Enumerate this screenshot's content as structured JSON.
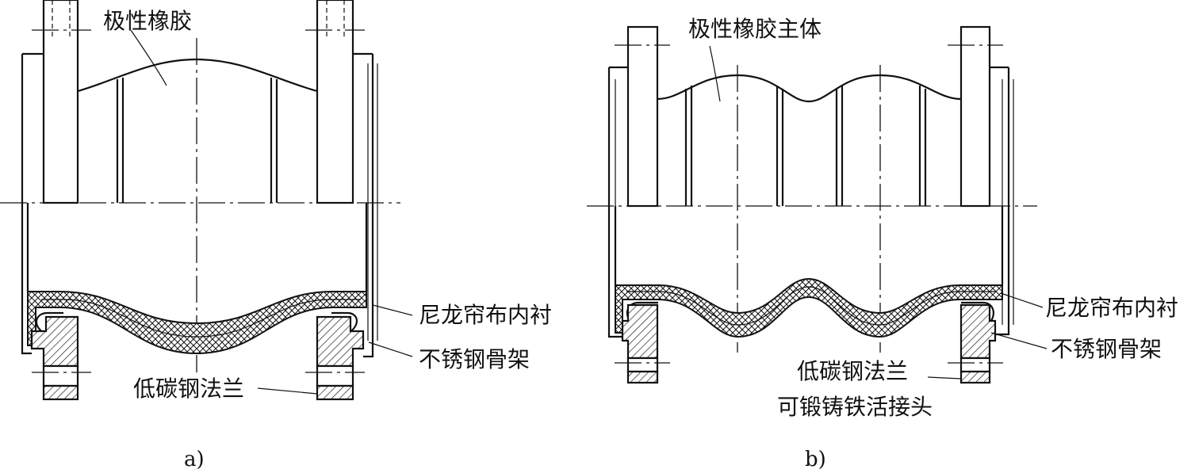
{
  "figure_a": {
    "label_top": "极性橡胶",
    "label_lining": "尼龙帘布内衬",
    "label_skeleton": "不锈钢骨架",
    "label_flange": "低碳钢法兰",
    "caption": "a)"
  },
  "figure_b": {
    "label_top": "极性橡胶主体",
    "label_lining": "尼龙帘布内衬",
    "label_skeleton": "不锈钢骨架",
    "label_flange": "低碳钢法兰",
    "label_joint": "可锻铸铁活接头",
    "caption": "b)"
  }
}
